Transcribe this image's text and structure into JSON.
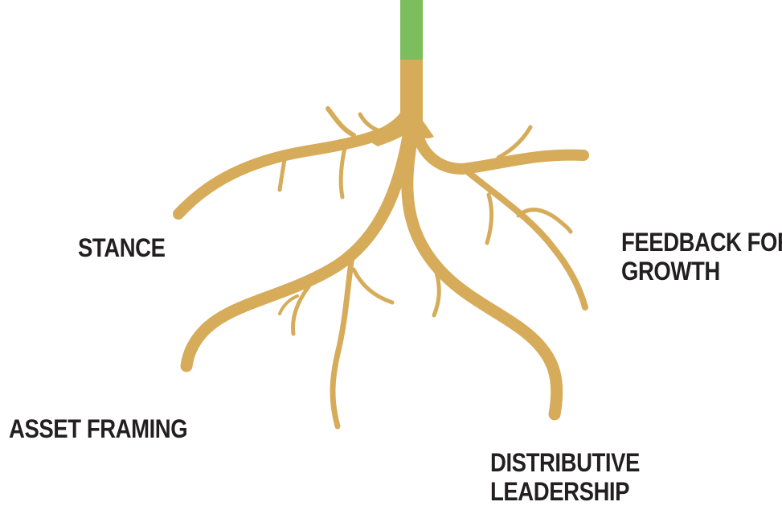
{
  "colors": {
    "stem": "#7cbd5c",
    "root": "#d6ac5a",
    "label_text": "#231f20",
    "background": "#ffffff"
  },
  "labels": {
    "stance": "STANCE",
    "feedback_line1": "FEEDBACK FOR",
    "feedback_line2": "GROWTH",
    "asset_framing": "ASSET FRAMING",
    "distributive_line1": "DISTRIBUTIVE",
    "distributive_line2": "LEADERSHIP"
  }
}
